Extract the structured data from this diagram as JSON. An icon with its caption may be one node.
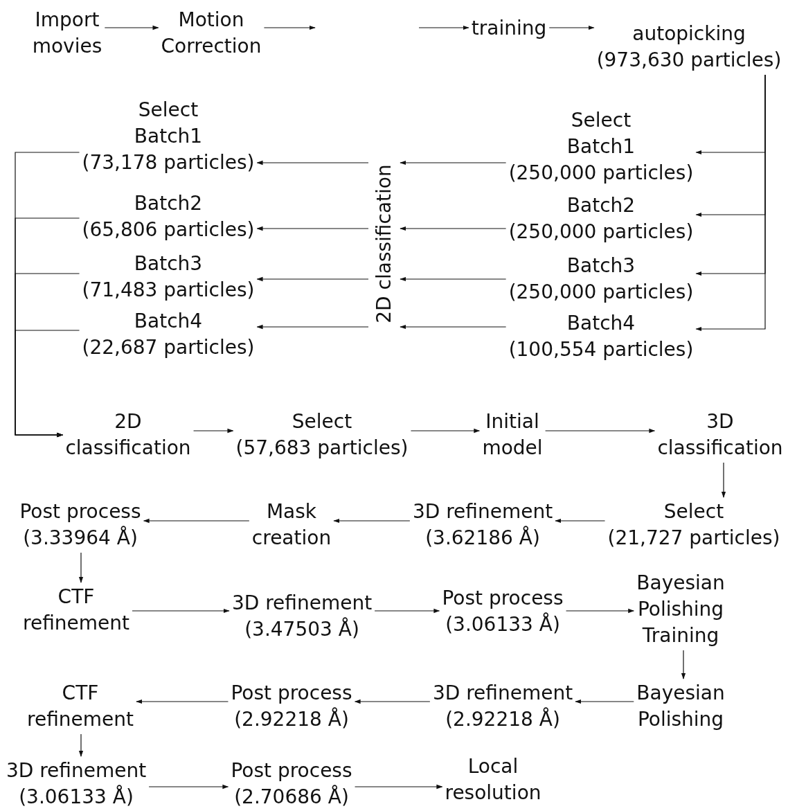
{
  "diagram": {
    "nodes": [
      {
        "text": [
          "Import movies"
        ]
      },
      {
        "text": [
          "Motion Correction"
        ]
      },
      {
        "text": [
          "training"
        ]
      },
      {
        "text": [
          "autopicking",
          "(973,630 particles)"
        ]
      },
      {
        "text": [
          "Select",
          "Batch1",
          "(250,000 particles)"
        ]
      },
      {
        "text": [
          "Batch2",
          "(250,000 particles)"
        ]
      },
      {
        "text": [
          "Batch3",
          "(250,000 particles)"
        ]
      },
      {
        "text": [
          "Batch4",
          "(100,554 particles)"
        ]
      },
      {
        "text": [
          "2D classification"
        ]
      },
      {
        "text": [
          "Select",
          "Batch1",
          "(73,178 particles)"
        ]
      },
      {
        "text": [
          "Batch2",
          "(65,806 particles)"
        ]
      },
      {
        "text": [
          "Batch3",
          "(71,483 particles)"
        ]
      },
      {
        "text": [
          "Batch4",
          "(22,687 particles)"
        ]
      },
      {
        "text": [
          "2D classification"
        ]
      },
      {
        "text": [
          "Select",
          "(57,683 particles)"
        ]
      },
      {
        "text": [
          "Initial model"
        ]
      },
      {
        "text": [
          "3D classification"
        ]
      },
      {
        "text": [
          "Select",
          "(21,727 particles)"
        ]
      },
      {
        "text": [
          "3D refinement",
          "(3.62186 Å)"
        ]
      },
      {
        "text": [
          "Mask creation"
        ]
      },
      {
        "text": [
          "Post process",
          "(3.33964 Å)"
        ]
      },
      {
        "text": [
          "CTF refinement"
        ]
      },
      {
        "text": [
          "3D refinement",
          "(3.47503 Å)"
        ]
      },
      {
        "text": [
          "Post process",
          "(3.06133 Å)"
        ]
      },
      {
        "text": [
          "Bayesian Polishing Training"
        ]
      },
      {
        "text": [
          "Bayesian Polishing"
        ]
      },
      {
        "text": [
          "3D refinement",
          "(2.92218 Å)"
        ]
      },
      {
        "text": [
          "Post process",
          "(2.92218 Å)"
        ]
      },
      {
        "text": [
          "CTF refinement"
        ]
      },
      {
        "text": [
          "3D refinement",
          "(3.06133 Å)"
        ]
      },
      {
        "text": [
          "Post process",
          "(2.70686 Å)"
        ]
      },
      {
        "text": [
          "Local resolution"
        ]
      }
    ],
    "edges": [
      {
        "from": 0,
        "to": 1,
        "arrow": "to"
      },
      {
        "from": 1,
        "to": null,
        "arrow": "to"
      },
      {
        "from": null,
        "to": 2,
        "arrow": "to"
      },
      {
        "from": 2,
        "to": 3,
        "arrow": "to"
      },
      {
        "from": 3,
        "to": 4,
        "arrow": "to"
      },
      {
        "from": 3,
        "to": 5,
        "arrow": "to"
      },
      {
        "from": 3,
        "to": 6,
        "arrow": "to"
      },
      {
        "from": 3,
        "to": 7,
        "arrow": "to"
      },
      {
        "from": 4,
        "to": 8,
        "arrow": "to"
      },
      {
        "from": 5,
        "to": 8,
        "arrow": "to"
      },
      {
        "from": 6,
        "to": 8,
        "arrow": "to"
      },
      {
        "from": 7,
        "to": 8,
        "arrow": "to"
      },
      {
        "from": 8,
        "to": 9,
        "arrow": "to"
      },
      {
        "from": 8,
        "to": 10,
        "arrow": "to"
      },
      {
        "from": 8,
        "to": 11,
        "arrow": "to"
      },
      {
        "from": 8,
        "to": 12,
        "arrow": "to"
      },
      {
        "from": 9,
        "to": 13,
        "arrow": "to"
      },
      {
        "from": 10,
        "to": 13,
        "arrow": "to"
      },
      {
        "from": 11,
        "to": 13,
        "arrow": "to"
      },
      {
        "from": 12,
        "to": 13,
        "arrow": "to"
      },
      {
        "from": 13,
        "to": 14,
        "arrow": "to"
      },
      {
        "from": 14,
        "to": 15,
        "arrow": "to"
      },
      {
        "from": 15,
        "to": 16,
        "arrow": "to"
      },
      {
        "from": 16,
        "to": 17,
        "arrow": "to"
      },
      {
        "from": 17,
        "to": 18,
        "arrow": "to"
      },
      {
        "from": 18,
        "to": 19,
        "arrow": "to"
      },
      {
        "from": 19,
        "to": 20,
        "arrow": "to"
      },
      {
        "from": 20,
        "to": 21,
        "arrow": "to"
      },
      {
        "from": 21,
        "to": 22,
        "arrow": "to"
      },
      {
        "from": 22,
        "to": 23,
        "arrow": "to"
      },
      {
        "from": 23,
        "to": 24,
        "arrow": "to"
      },
      {
        "from": 24,
        "to": 25,
        "arrow": "to"
      },
      {
        "from": 25,
        "to": 26,
        "arrow": "to"
      },
      {
        "from": 26,
        "to": 27,
        "arrow": "to"
      },
      {
        "from": 27,
        "to": 28,
        "arrow": "to"
      },
      {
        "from": 28,
        "to": 29,
        "arrow": "to"
      },
      {
        "from": 29,
        "to": 30,
        "arrow": "to"
      },
      {
        "from": 30,
        "to": 31,
        "arrow": "to"
      }
    ]
  }
}
